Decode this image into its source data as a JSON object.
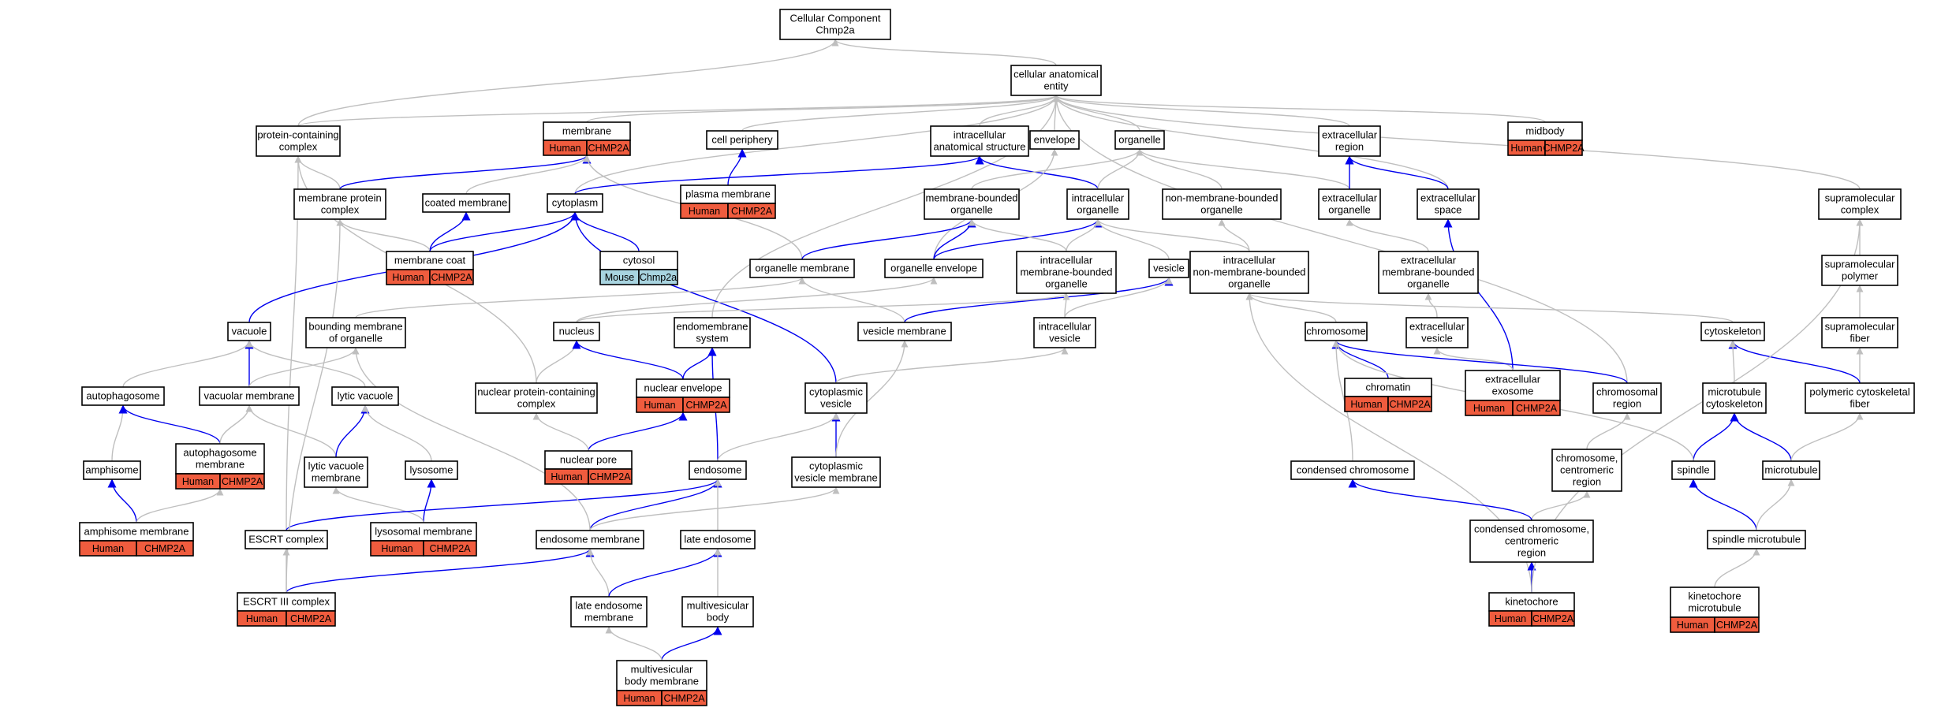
{
  "colors": {
    "edge_gray": "#bfbfbf",
    "edge_blue": "#0000ee",
    "human": "#f05c3e",
    "mouse": "#a8d4e0"
  },
  "nodes": [
    {
      "id": "cc",
      "label": [
        "Cellular Component",
        "Chmp2a"
      ]
    },
    {
      "id": "cae",
      "label": [
        "cellular anatomical",
        "entity"
      ]
    },
    {
      "id": "pcc",
      "label": [
        "protein-containing",
        "complex"
      ]
    },
    {
      "id": "membrane",
      "label": [
        "membrane"
      ],
      "tags": [
        {
          "text": "Human",
          "kind": "human"
        },
        {
          "text": "CHMP2A",
          "kind": "human"
        }
      ]
    },
    {
      "id": "cellper",
      "label": [
        "cell periphery"
      ]
    },
    {
      "id": "ias",
      "label": [
        "intracellular",
        "anatomical structure"
      ]
    },
    {
      "id": "envelope",
      "label": [
        "envelope"
      ]
    },
    {
      "id": "organelle",
      "label": [
        "organelle"
      ]
    },
    {
      "id": "ecregion",
      "label": [
        "extracellular",
        "region"
      ]
    },
    {
      "id": "midbody",
      "label": [
        "midbody"
      ],
      "tags": [
        {
          "text": "Human",
          "kind": "human"
        },
        {
          "text": "CHMP2A",
          "kind": "human"
        }
      ]
    },
    {
      "id": "mpc",
      "label": [
        "membrane protein",
        "complex"
      ]
    },
    {
      "id": "coatedmem",
      "label": [
        "coated membrane"
      ]
    },
    {
      "id": "cytoplasm",
      "label": [
        "cytoplasm"
      ]
    },
    {
      "id": "plasmamem",
      "label": [
        "plasma membrane"
      ],
      "tags": [
        {
          "text": "Human",
          "kind": "human"
        },
        {
          "text": "CHMP2A",
          "kind": "human"
        }
      ]
    },
    {
      "id": "mbo",
      "label": [
        "membrane-bounded",
        "organelle"
      ]
    },
    {
      "id": "intorg",
      "label": [
        "intracellular",
        "organelle"
      ]
    },
    {
      "id": "nmbo",
      "label": [
        "non-membrane-bounded",
        "organelle"
      ]
    },
    {
      "id": "ecorg",
      "label": [
        "extracellular",
        "organelle"
      ]
    },
    {
      "id": "ecspace",
      "label": [
        "extracellular",
        "space"
      ]
    },
    {
      "id": "supramol",
      "label": [
        "supramolecular",
        "complex"
      ]
    },
    {
      "id": "memcoat",
      "label": [
        "membrane coat"
      ],
      "tags": [
        {
          "text": "Human",
          "kind": "human"
        },
        {
          "text": "CHMP2A",
          "kind": "human"
        }
      ]
    },
    {
      "id": "cytosol",
      "label": [
        "cytosol"
      ],
      "tags": [
        {
          "text": "Mouse",
          "kind": "mouse"
        },
        {
          "text": "Chmp2a",
          "kind": "mouse"
        }
      ]
    },
    {
      "id": "orgmem",
      "label": [
        "organelle membrane"
      ]
    },
    {
      "id": "orgenv",
      "label": [
        "organelle envelope"
      ]
    },
    {
      "id": "imbo",
      "label": [
        "intracellular",
        "membrane-bounded",
        "organelle"
      ]
    },
    {
      "id": "vesicle",
      "label": [
        "vesicle"
      ]
    },
    {
      "id": "inmbo",
      "label": [
        "intracellular",
        "non-membrane-bounded",
        "organelle"
      ]
    },
    {
      "id": "embo",
      "label": [
        "extracellular",
        "membrane-bounded",
        "organelle"
      ]
    },
    {
      "id": "suppoly",
      "label": [
        "supramolecular",
        "polymer"
      ]
    },
    {
      "id": "vacuole",
      "label": [
        "vacuole"
      ]
    },
    {
      "id": "bmo",
      "label": [
        "bounding membrane",
        "of organelle"
      ]
    },
    {
      "id": "nucleus",
      "label": [
        "nucleus"
      ]
    },
    {
      "id": "endomem",
      "label": [
        "endomembrane",
        "system"
      ]
    },
    {
      "id": "vesmem",
      "label": [
        "vesicle membrane"
      ]
    },
    {
      "id": "icves",
      "label": [
        "intracellular",
        "vesicle"
      ]
    },
    {
      "id": "chromosome",
      "label": [
        "chromosome"
      ]
    },
    {
      "id": "ecves",
      "label": [
        "extracellular",
        "vesicle"
      ]
    },
    {
      "id": "cytoskel",
      "label": [
        "cytoskeleton"
      ]
    },
    {
      "id": "supfiber",
      "label": [
        "supramolecular",
        "fiber"
      ]
    },
    {
      "id": "autophagosome",
      "label": [
        "autophagosome"
      ]
    },
    {
      "id": "vacmem",
      "label": [
        "vacuolar membrane"
      ]
    },
    {
      "id": "lyticvac",
      "label": [
        "lytic vacuole"
      ]
    },
    {
      "id": "npcc",
      "label": [
        "nuclear protein-containing",
        "complex"
      ]
    },
    {
      "id": "nucenv",
      "label": [
        "nuclear envelope"
      ],
      "tags": [
        {
          "text": "Human",
          "kind": "human"
        },
        {
          "text": "CHMP2A",
          "kind": "human"
        }
      ]
    },
    {
      "id": "cytoves",
      "label": [
        "cytoplasmic",
        "vesicle"
      ]
    },
    {
      "id": "chromatin",
      "label": [
        "chromatin"
      ],
      "tags": [
        {
          "text": "Human",
          "kind": "human"
        },
        {
          "text": "CHMP2A",
          "kind": "human"
        }
      ]
    },
    {
      "id": "exosome",
      "label": [
        "extracellular",
        "exosome"
      ],
      "tags": [
        {
          "text": "Human",
          "kind": "human"
        },
        {
          "text": "CHMP2A",
          "kind": "human"
        }
      ]
    },
    {
      "id": "chromreg",
      "label": [
        "chromosomal",
        "region"
      ]
    },
    {
      "id": "mtcyto",
      "label": [
        "microtubule",
        "cytoskeleton"
      ]
    },
    {
      "id": "pcf",
      "label": [
        "polymeric cytoskeletal",
        "fiber"
      ]
    },
    {
      "id": "amphisome",
      "label": [
        "amphisome"
      ]
    },
    {
      "id": "autophmem",
      "label": [
        "autophagosome",
        "membrane"
      ],
      "tags": [
        {
          "text": "Human",
          "kind": "human"
        },
        {
          "text": "CHMP2A",
          "kind": "human"
        }
      ]
    },
    {
      "id": "lvm",
      "label": [
        "lytic vacuole",
        "membrane"
      ]
    },
    {
      "id": "lysosome",
      "label": [
        "lysosome"
      ]
    },
    {
      "id": "nucpore",
      "label": [
        "nuclear pore"
      ],
      "tags": [
        {
          "text": "Human",
          "kind": "human"
        },
        {
          "text": "CHMP2A",
          "kind": "human"
        }
      ]
    },
    {
      "id": "endosome",
      "label": [
        "endosome"
      ]
    },
    {
      "id": "cvm",
      "label": [
        "cytoplasmic",
        "vesicle membrane"
      ]
    },
    {
      "id": "condchrom",
      "label": [
        "condensed chromosome"
      ]
    },
    {
      "id": "ccr",
      "label": [
        "chromosome,",
        "centromeric",
        "region"
      ]
    },
    {
      "id": "spindle",
      "label": [
        "spindle"
      ]
    },
    {
      "id": "microtubule",
      "label": [
        "microtubule"
      ]
    },
    {
      "id": "amphmem",
      "label": [
        "amphisome membrane"
      ],
      "tags": [
        {
          "text": "Human",
          "kind": "human"
        },
        {
          "text": "CHMP2A",
          "kind": "human"
        }
      ]
    },
    {
      "id": "escrt",
      "label": [
        "ESCRT complex"
      ]
    },
    {
      "id": "lysmem",
      "label": [
        "lysosomal membrane"
      ],
      "tags": [
        {
          "text": "Human",
          "kind": "human"
        },
        {
          "text": "CHMP2A",
          "kind": "human"
        }
      ]
    },
    {
      "id": "endomembrane",
      "label": [
        "endosome membrane"
      ]
    },
    {
      "id": "lateendo",
      "label": [
        "late endosome"
      ]
    },
    {
      "id": "cccr",
      "label": [
        "condensed chromosome,",
        "centromeric",
        "region"
      ]
    },
    {
      "id": "spindlemt",
      "label": [
        "spindle microtubule"
      ]
    },
    {
      "id": "escrt3",
      "label": [
        "ESCRT III complex"
      ],
      "tags": [
        {
          "text": "Human",
          "kind": "human"
        },
        {
          "text": "CHMP2A",
          "kind": "human"
        }
      ]
    },
    {
      "id": "lem",
      "label": [
        "late endosome",
        "membrane"
      ]
    },
    {
      "id": "mvb",
      "label": [
        "multivesicular",
        "body"
      ]
    },
    {
      "id": "kinetochore",
      "label": [
        "kinetochore"
      ],
      "tags": [
        {
          "text": "Human",
          "kind": "human"
        },
        {
          "text": "CHMP2A",
          "kind": "human"
        }
      ]
    },
    {
      "id": "kmt",
      "label": [
        "kinetochore",
        "microtubule"
      ],
      "tags": [
        {
          "text": "Human",
          "kind": "human"
        },
        {
          "text": "CHMP2A",
          "kind": "human"
        }
      ]
    },
    {
      "id": "mvbm",
      "label": [
        "multivesicular",
        "body membrane"
      ],
      "tags": [
        {
          "text": "Human",
          "kind": "human"
        },
        {
          "text": "CHMP2A",
          "kind": "human"
        }
      ]
    }
  ],
  "edges": [
    [
      "cae",
      "cc",
      "gray"
    ],
    [
      "pcc",
      "cc",
      "gray"
    ],
    [
      "pcc",
      "cae",
      "gray"
    ],
    [
      "membrane",
      "cae",
      "gray"
    ],
    [
      "cellper",
      "cae",
      "gray"
    ],
    [
      "ias",
      "cae",
      "gray"
    ],
    [
      "envelope",
      "cae",
      "gray"
    ],
    [
      "organelle",
      "cae",
      "gray"
    ],
    [
      "ecregion",
      "cae",
      "gray"
    ],
    [
      "midbody",
      "cae",
      "gray"
    ],
    [
      "supramol",
      "cae",
      "gray"
    ],
    [
      "ecspace",
      "cae",
      "gray"
    ],
    [
      "cytoplasm",
      "cae",
      "gray"
    ],
    [
      "endomem",
      "cae",
      "gray"
    ],
    [
      "chromreg",
      "cae",
      "gray"
    ],
    [
      "mpc",
      "pcc",
      "gray"
    ],
    [
      "npcc",
      "pcc",
      "gray"
    ],
    [
      "escrt",
      "pcc",
      "gray"
    ],
    [
      "mpc",
      "membrane",
      "blue"
    ],
    [
      "coatedmem",
      "membrane",
      "gray"
    ],
    [
      "orgmem",
      "membrane",
      "gray"
    ],
    [
      "plasmamem",
      "cellper",
      "blue"
    ],
    [
      "cytoplasm",
      "ias",
      "blue"
    ],
    [
      "intorg",
      "ias",
      "blue"
    ],
    [
      "orgenv",
      "envelope",
      "gray"
    ],
    [
      "mbo",
      "organelle",
      "gray"
    ],
    [
      "intorg",
      "organelle",
      "gray"
    ],
    [
      "nmbo",
      "organelle",
      "gray"
    ],
    [
      "ecorg",
      "organelle",
      "gray"
    ],
    [
      "ecorg",
      "ecregion",
      "blue"
    ],
    [
      "ecspace",
      "ecregion",
      "blue"
    ],
    [
      "memcoat",
      "coatedmem",
      "blue"
    ],
    [
      "memcoat",
      "mpc",
      "gray"
    ],
    [
      "memcoat",
      "cytoplasm",
      "blue"
    ],
    [
      "cytosol",
      "cytoplasm",
      "blue"
    ],
    [
      "vacuole",
      "cytoplasm",
      "blue"
    ],
    [
      "cytoves",
      "cytoplasm",
      "blue"
    ],
    [
      "orgmem",
      "mbo",
      "blue"
    ],
    [
      "orgenv",
      "mbo",
      "blue"
    ],
    [
      "orgenv",
      "intorg",
      "blue"
    ],
    [
      "imbo",
      "mbo",
      "gray"
    ],
    [
      "imbo",
      "intorg",
      "gray"
    ],
    [
      "vesicle",
      "intorg",
      "gray"
    ],
    [
      "inmbo",
      "intorg",
      "gray"
    ],
    [
      "inmbo",
      "nmbo",
      "gray"
    ],
    [
      "embo",
      "ecorg",
      "gray"
    ],
    [
      "exosome",
      "ecspace",
      "blue"
    ],
    [
      "suppoly",
      "supramol",
      "gray"
    ],
    [
      "supfiber",
      "suppoly",
      "gray"
    ],
    [
      "pcf",
      "supfiber",
      "gray"
    ],
    [
      "pcf",
      "cytoskel",
      "blue"
    ],
    [
      "mtcyto",
      "cytoskel",
      "gray"
    ],
    [
      "bmo",
      "orgmem",
      "gray"
    ],
    [
      "vesmem",
      "orgmem",
      "gray"
    ],
    [
      "vesmem",
      "vesicle",
      "blue"
    ],
    [
      "icves",
      "vesicle",
      "gray"
    ],
    [
      "icves",
      "imbo",
      "gray"
    ],
    [
      "nucleus",
      "imbo",
      "gray"
    ],
    [
      "ecves",
      "embo",
      "gray"
    ],
    [
      "exosome",
      "ecves",
      "gray"
    ],
    [
      "autophagosome",
      "vacuole",
      "gray"
    ],
    [
      "vacmem",
      "vacuole",
      "blue"
    ],
    [
      "lyticvac",
      "vacuole",
      "gray"
    ],
    [
      "vacmem",
      "bmo",
      "gray"
    ],
    [
      "nucleus",
      "orgenv",
      "gray"
    ],
    [
      "npcc",
      "nucleus",
      "gray"
    ],
    [
      "nucenv",
      "nucleus",
      "blue"
    ],
    [
      "nucenv",
      "endomem",
      "blue"
    ],
    [
      "endosome",
      "endomem",
      "blue"
    ],
    [
      "nucpore",
      "nucenv",
      "blue"
    ],
    [
      "nucpore",
      "npcc",
      "gray"
    ],
    [
      "chromosome",
      "inmbo",
      "gray"
    ],
    [
      "cytoskel",
      "inmbo",
      "gray"
    ],
    [
      "chromatin",
      "chromosome",
      "blue"
    ],
    [
      "chromreg",
      "chromosome",
      "blue"
    ],
    [
      "condchrom",
      "chromosome",
      "gray"
    ],
    [
      "kinetochore",
      "inmbo",
      "gray"
    ],
    [
      "cytoves",
      "icves",
      "gray"
    ],
    [
      "cvm",
      "cytoves",
      "blue"
    ],
    [
      "cvm",
      "vesmem",
      "gray"
    ],
    [
      "endosome",
      "cytoves",
      "gray"
    ],
    [
      "amphisome",
      "autophagosome",
      "gray"
    ],
    [
      "autophmem",
      "autophagosome",
      "blue"
    ],
    [
      "autophmem",
      "vacmem",
      "gray"
    ],
    [
      "lvm",
      "vacmem",
      "gray"
    ],
    [
      "lvm",
      "lyticvac",
      "blue"
    ],
    [
      "lysosome",
      "lyticvac",
      "gray"
    ],
    [
      "lysmem",
      "lysosome",
      "blue"
    ],
    [
      "lysmem",
      "lvm",
      "gray"
    ],
    [
      "amphmem",
      "amphisome",
      "blue"
    ],
    [
      "amphmem",
      "autophmem",
      "gray"
    ],
    [
      "escrt",
      "endosome",
      "blue"
    ],
    [
      "endomembrane",
      "endosome",
      "blue"
    ],
    [
      "endomembrane",
      "bmo",
      "gray"
    ],
    [
      "endomembrane",
      "cvm",
      "gray"
    ],
    [
      "lateendo",
      "endosome",
      "gray"
    ],
    [
      "escrt3",
      "escrt",
      "gray"
    ],
    [
      "escrt3",
      "endomembrane",
      "blue"
    ],
    [
      "escrt3",
      "mpc",
      "gray"
    ],
    [
      "lem",
      "endomembrane",
      "gray"
    ],
    [
      "lem",
      "lateendo",
      "blue"
    ],
    [
      "mvb",
      "lateendo",
      "gray"
    ],
    [
      "mvbm",
      "mvb",
      "blue"
    ],
    [
      "mvbm",
      "lem",
      "gray"
    ],
    [
      "ccr",
      "chromreg",
      "gray"
    ],
    [
      "cccr",
      "ccr",
      "gray"
    ],
    [
      "cccr",
      "condchrom",
      "blue"
    ],
    [
      "kinetochore",
      "cccr",
      "blue"
    ],
    [
      "spindle",
      "mtcyto",
      "blue"
    ],
    [
      "microtubule",
      "mtcyto",
      "blue"
    ],
    [
      "microtubule",
      "pcf",
      "gray"
    ],
    [
      "spindle",
      "chromosome",
      "gray"
    ],
    [
      "spindlemt",
      "spindle",
      "blue"
    ],
    [
      "spindlemt",
      "microtubule",
      "gray"
    ],
    [
      "kmt",
      "spindlemt",
      "gray"
    ],
    [
      "kinetochore",
      "supramol",
      "gray"
    ]
  ]
}
